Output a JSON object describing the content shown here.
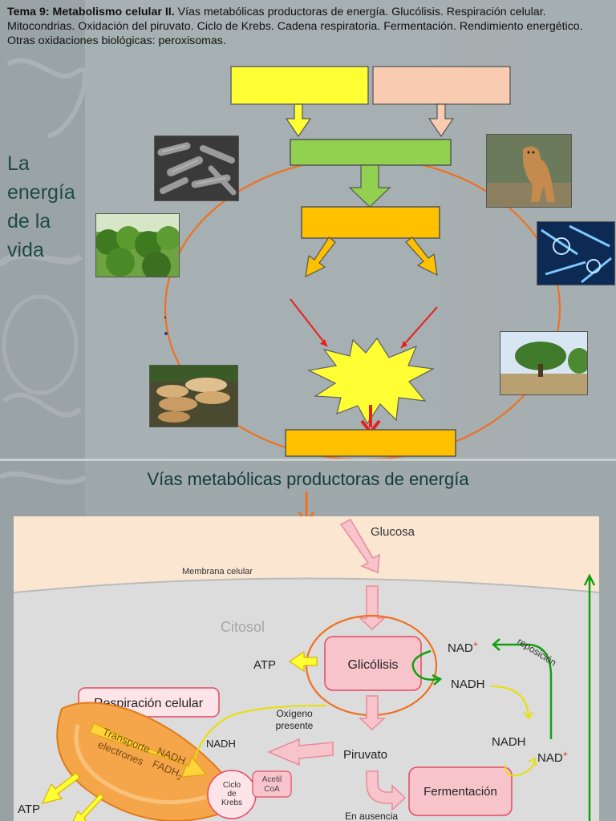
{
  "slide1": {
    "header_bold": "Tema 9: Metabolismo celular II.",
    "header_rest": " Vías metabólicas productoras de energía. Glucólisis. Respiración celular. Mitocondrias. Oxidación del piruvato. Ciclo de Krebs. Cadena respiratoria. Fermentación. Rendimiento energético. Otras oxidaciones biológicas: peroxisomas.",
    "side_title": [
      "La",
      "energía",
      "de la",
      "vida"
    ],
    "colors": {
      "yellow_box": "#ffff33",
      "peach_box": "#f9cbb0",
      "green_box": "#92d050",
      "orange_box": "#ffc000",
      "ring": "#f07020"
    },
    "photos": [
      "bacteria-photo",
      "puma-photo",
      "moss-photo",
      "diatoms-photo",
      "fungi-photo",
      "tree-photo"
    ]
  },
  "slide2": {
    "title": "Vías metabólicas productoras de energía",
    "labels": {
      "glucosa": "Glucosa",
      "membrana": "Membrana celular",
      "citosol": "Citosol",
      "atp_top": "ATP",
      "glicolisis": "Glicólisis",
      "nad_plus_1": "NAD",
      "plus": "+",
      "reposicion": "reposición",
      "nadh_1": "NADH",
      "respiracion": "Respiración celular",
      "oxigeno": "Oxígeno",
      "presente": "presente",
      "nadh_left": "NADH",
      "transporte": "Transporte",
      "electrones": "electrones",
      "nadh_mito": "NADH",
      "fadh": "FADH",
      "fadh_sub": "2",
      "piruvato": "Piruvato",
      "nadh_2": "NADH",
      "nad_plus_2": "NAD",
      "ciclo": "Ciclo",
      "de": "de",
      "krebs": "Krebs",
      "acetil": "Acetil",
      "coa": "CoA",
      "fermentacion": "Fermentación",
      "atp_bottom": "ATP",
      "ausencia": "En ausencia"
    }
  }
}
